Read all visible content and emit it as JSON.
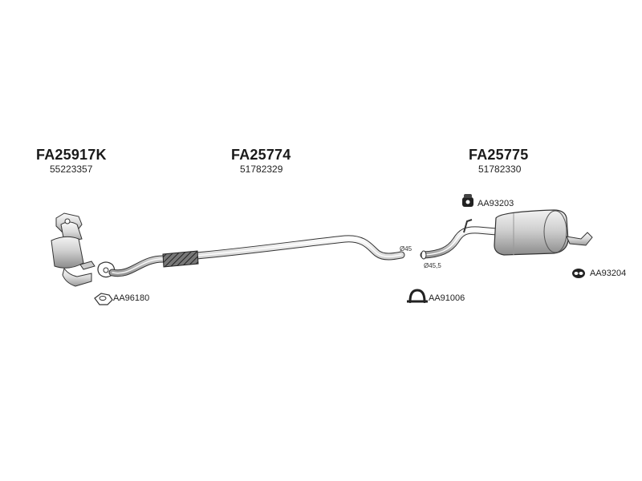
{
  "parts": [
    {
      "code": "FA25917K",
      "oem": "55223357"
    },
    {
      "code": "FA25774",
      "oem": "51782329"
    },
    {
      "code": "FA25775",
      "oem": "51782330"
    }
  ],
  "accessories": [
    {
      "code": "AA96180",
      "icon": "gasket-icon"
    },
    {
      "code": "AA91006",
      "icon": "clamp-icon"
    },
    {
      "code": "AA93203",
      "icon": "rubber-mount-icon"
    },
    {
      "code": "AA93204",
      "icon": "rubber-ring-icon"
    }
  ],
  "diameters": [
    "Ø45",
    "Ø45,5"
  ]
}
